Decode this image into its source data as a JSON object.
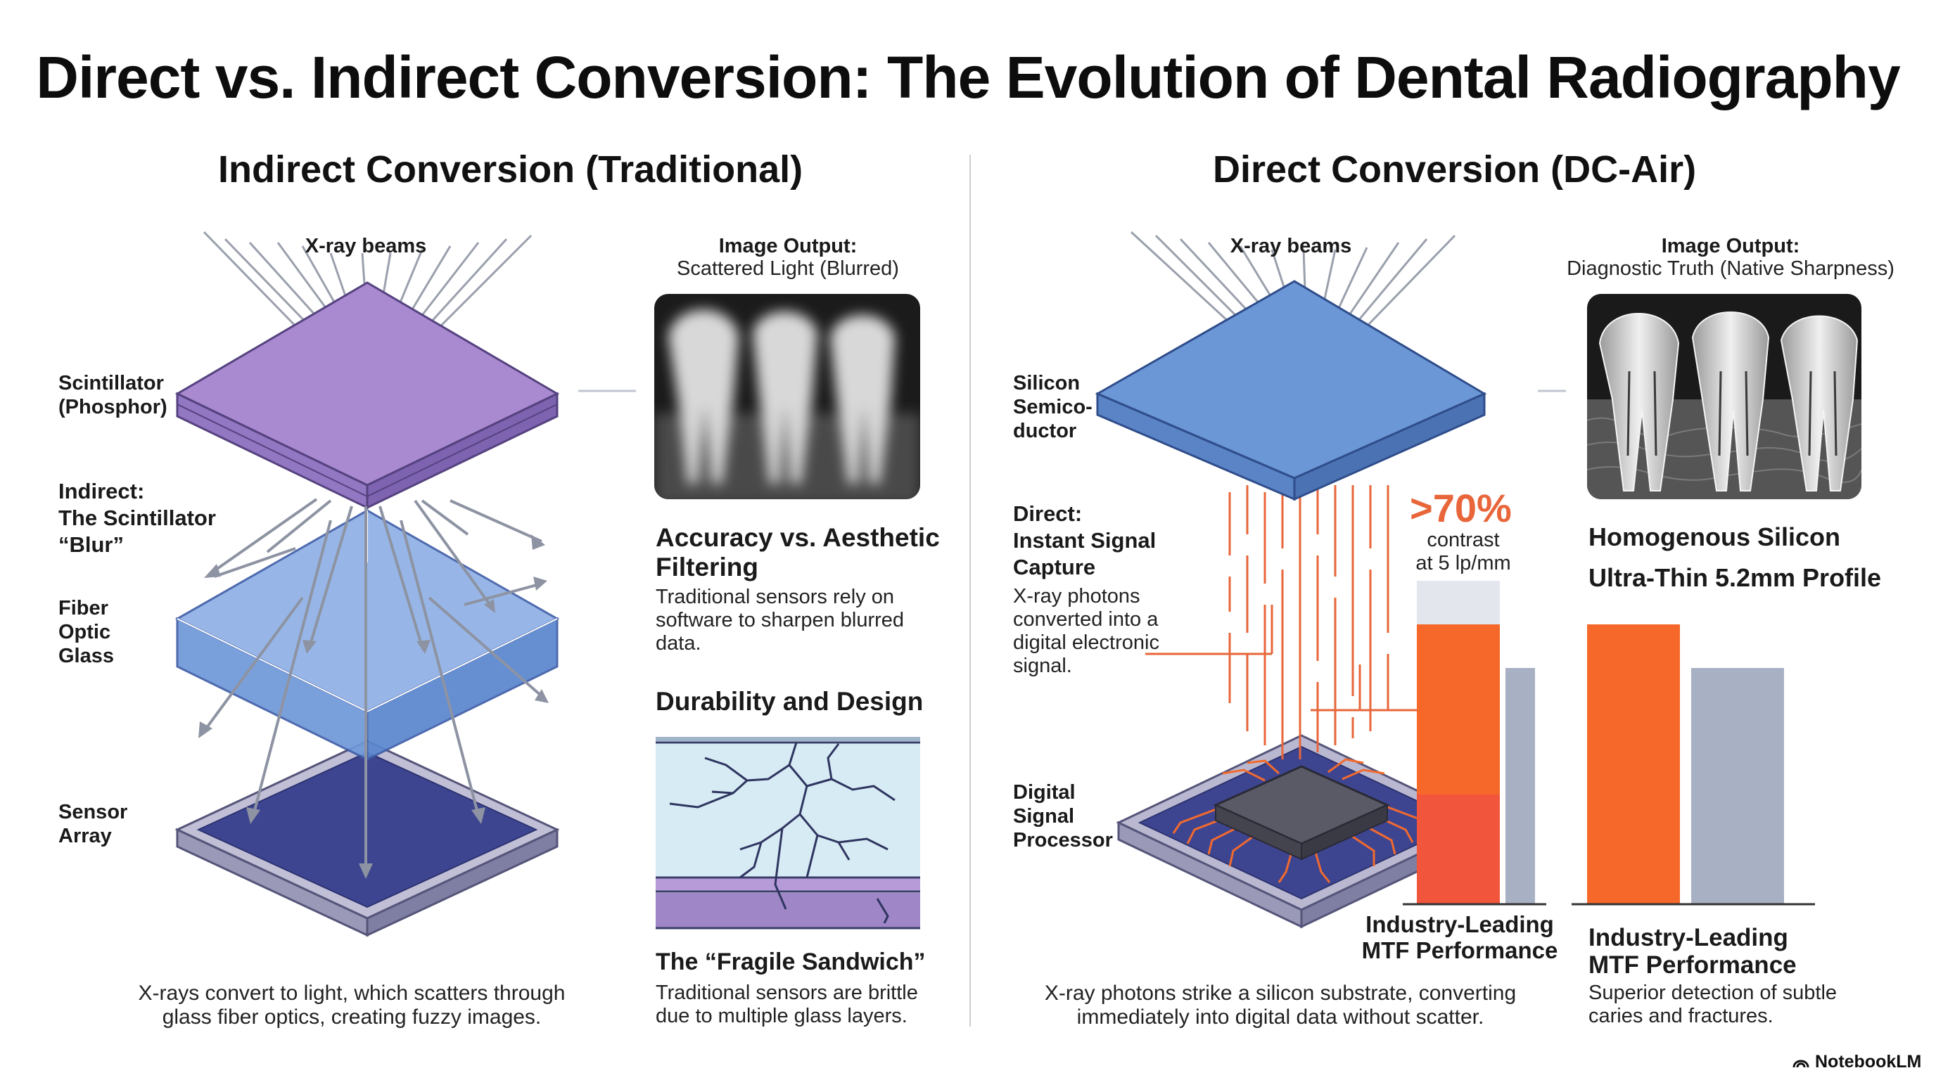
{
  "title": "Direct vs. Indirect Conversion: The Evolution of Dental Radiography",
  "left": {
    "section_title": "Indirect Conversion (Traditional)",
    "beam_label": "X-ray beams",
    "layers": {
      "scintillator": "Scintillator\n(Phosphor)",
      "indirect_blur": "Indirect:\nThe Scintillator\n“Blur”",
      "fiber_optic": "Fiber\nOptic\nGlass",
      "sensor_array": "Sensor\nArray"
    },
    "image_output_title": "Image Output:",
    "image_output_sub": "Scattered Light (Blurred)",
    "accuracy_heading": "Accuracy vs. Aesthetic\nFiltering",
    "accuracy_text": "Traditional sensors rely on\nsoftware to sharpen blurred\ndata.",
    "durability_heading": "Durability and Design",
    "fragile_heading": "The “Fragile Sandwich”",
    "fragile_text": "Traditional sensors are brittle\ndue to multiple glass layers.",
    "caption": "X-rays convert to light, which scatters through\nglass fiber optics, creating fuzzy images."
  },
  "right": {
    "section_title": "Direct Conversion (DC-Air)",
    "beam_label": "X-ray beams",
    "layers": {
      "silicon": "Silicon\nSemico-\nductor",
      "direct_heading": "Direct:\nInstant Signal\nCapture",
      "direct_text": "X-ray photons\nconverted into a\ndigital electronic\nsignal.",
      "dsp": "Digital\nSignal\nProcessor"
    },
    "image_output_title": "Image Output:",
    "image_output_sub": "Diagnostic Truth (Native Sharpness)",
    "contrast_value": ">70%",
    "contrast_text": "contrast\nat 5 lp/mm",
    "mtf_label_1": "Industry-Leading\nMTF Performance",
    "homogenous_heading": "Homogenous Silicon",
    "profile_heading": "Ultra-Thin 5.2mm Profile",
    "mtf_label_2": "Industry-Leading\nMTF Performance",
    "mtf_text": "Superior detection of subtle\ncaries and fractures.",
    "caption": "X-ray photons strike a silicon substrate, converting\nimmediately into digital data without scatter."
  },
  "brand": "NotebookLM",
  "colors": {
    "purple": "#a98ad0",
    "blue_glass": "#6f98da",
    "silicon_blue": "#6b97d6",
    "sensor_navy": "#3e4590",
    "orange": "#f56a2c",
    "red_orange": "#ee4a48",
    "grey_bar": "#a8b0c4",
    "beam_grey": "#9aa0ac",
    "signal_orange": "#e8663a"
  }
}
